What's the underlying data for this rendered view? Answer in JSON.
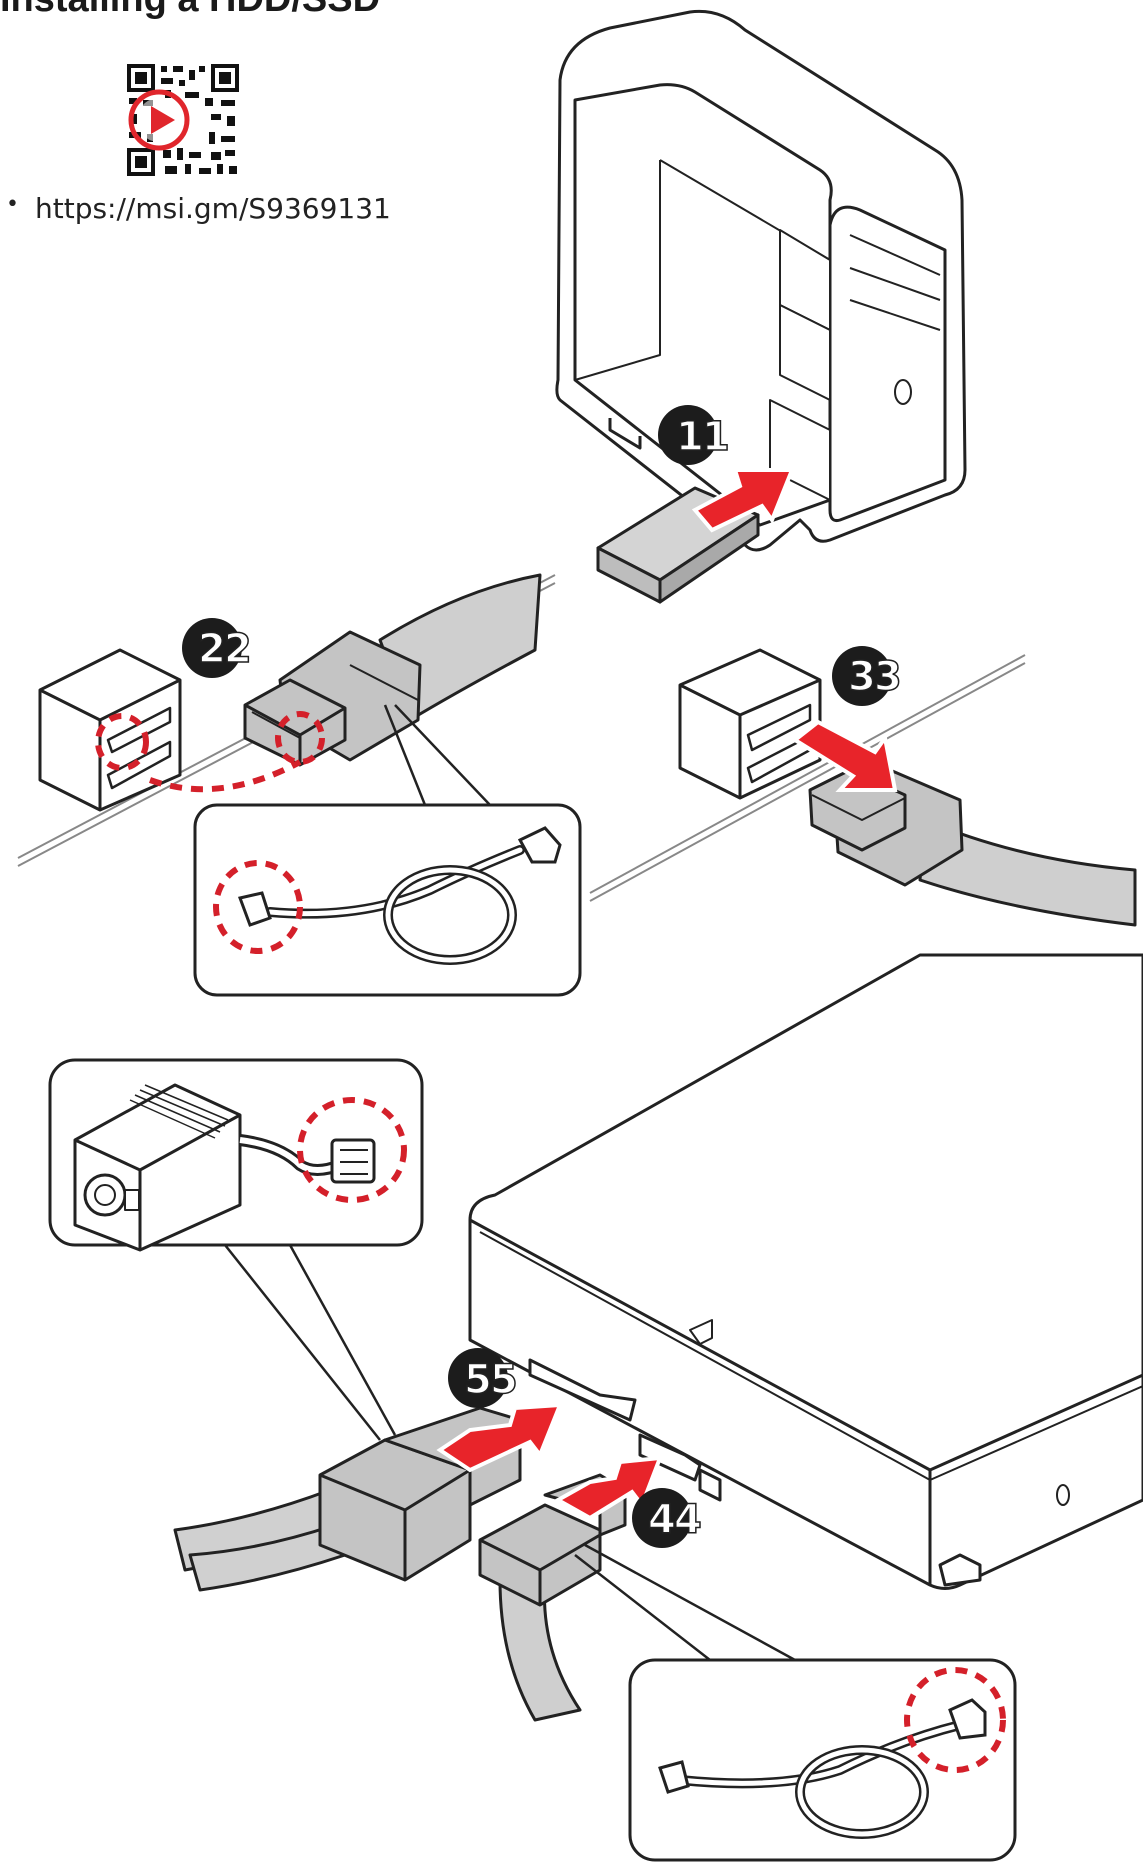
{
  "page": {
    "title": "Installing a HDD/SSD"
  },
  "video_link": {
    "bullet": "•",
    "url": "https://msi.gm/S9369131",
    "qr_icon": "qr-code-with-play-icon"
  },
  "steps": [
    {
      "label": "1"
    },
    {
      "label": "2"
    },
    {
      "label": "3"
    },
    {
      "label": "4"
    },
    {
      "label": "5"
    }
  ],
  "colors": {
    "arrow": "#e8242a",
    "dash_circle": "#d4202a",
    "badge": "#1c1c1c",
    "line": "#222222",
    "fill_gray": "#c9c9c9",
    "fill_light": "#ebebeb"
  }
}
